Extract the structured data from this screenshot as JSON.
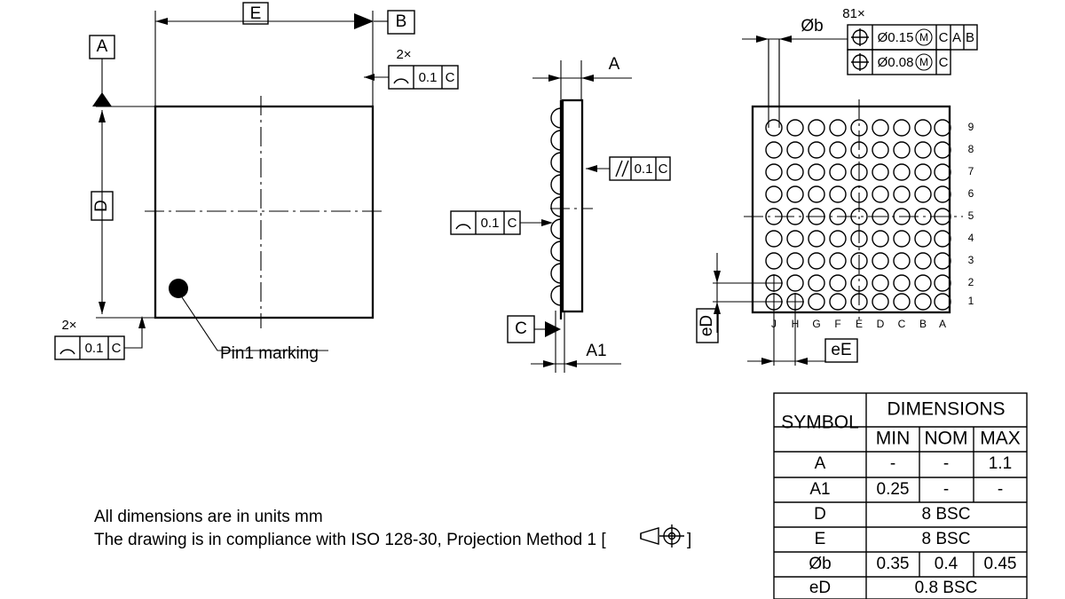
{
  "drawing": {
    "title": "BGA package mechanical outline drawing",
    "units_note": "All dimensions are in units mm",
    "standard_note": "The drawing is in compliance with ISO 128-30, Projection Method 1 [",
    "standard_note_tail": "]"
  },
  "top_view": {
    "dimension_E": "E",
    "dimension_D": "D",
    "datum_A": "A",
    "datum_B": "B",
    "pin1_label": "Pin1 marking",
    "callout_top": {
      "multiplier": "2×",
      "tolerance": "0.1",
      "datum": "C"
    },
    "callout_bottom": {
      "multiplier": "2×",
      "tolerance": "0.1",
      "datum": "C"
    }
  },
  "side_view": {
    "dimension_A": "A",
    "dimension_A1": "A1",
    "datum_C": "C",
    "callout_parallel": {
      "symbol": "//",
      "tolerance": "0.1",
      "datum": "C"
    },
    "callout_profile": {
      "tolerance": "0.1",
      "datum": "C"
    },
    "ball_count": 9
  },
  "bottom_view": {
    "ball_qty": "81×",
    "dimension_b": "Øb",
    "dimension_eD": "eD",
    "dimension_eE": "eE",
    "columns": [
      "J",
      "H",
      "G",
      "F",
      "E",
      "D",
      "C",
      "B",
      "A"
    ],
    "rows": [
      "9",
      "8",
      "7",
      "6",
      "5",
      "4",
      "3",
      "2",
      "1"
    ],
    "fcf_row1": {
      "tolerance": "Ø0.15",
      "modifier": "M",
      "datums": [
        "C",
        "A",
        "B"
      ]
    },
    "fcf_row2": {
      "tolerance": "Ø0.08",
      "modifier": "M",
      "datums": [
        "C"
      ]
    }
  },
  "table": {
    "header_symbol": "SYMBOL",
    "header_dimensions": "DIMENSIONS",
    "header_min": "MIN",
    "header_nom": "NOM",
    "header_max": "MAX",
    "rows": [
      {
        "symbol": "A",
        "min": "-",
        "nom": "-",
        "max": "1.1",
        "span": false
      },
      {
        "symbol": "A1",
        "min": "0.25",
        "nom": "-",
        "max": "-",
        "span": false
      },
      {
        "symbol": "D",
        "value": "8 BSC",
        "span": true
      },
      {
        "symbol": "E",
        "value": "8 BSC",
        "span": true
      },
      {
        "symbol": "Øb",
        "min": "0.35",
        "nom": "0.4",
        "max": "0.45",
        "span": false
      },
      {
        "symbol": "eD",
        "value": "0.8 BSC",
        "span": true
      }
    ]
  },
  "colors": {
    "line": "#000000",
    "background": "#ffffff"
  }
}
